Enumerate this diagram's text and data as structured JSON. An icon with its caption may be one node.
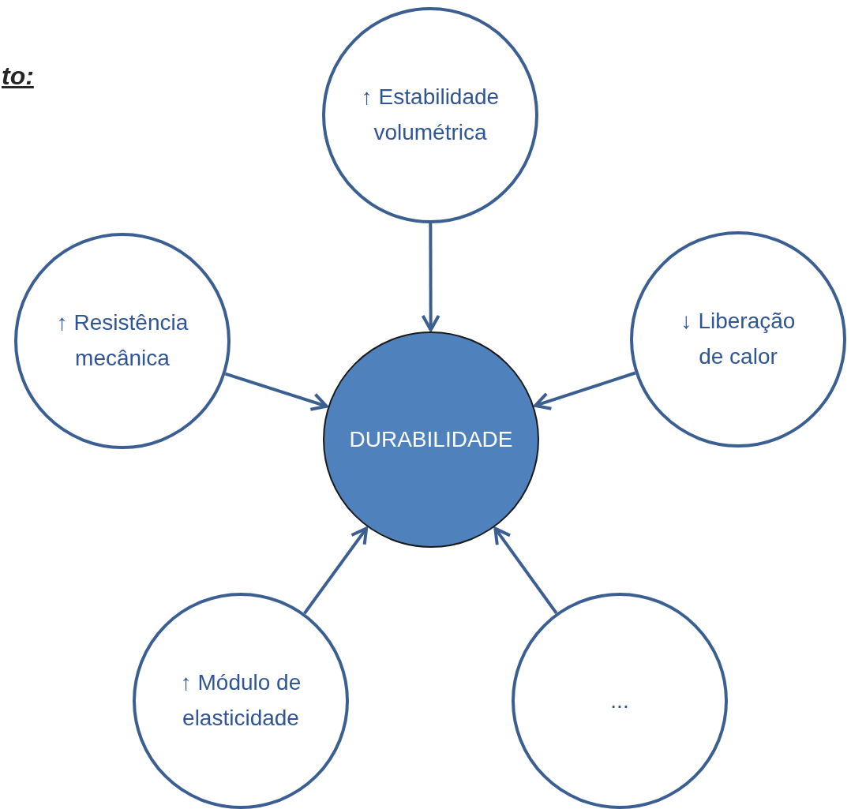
{
  "diagram": {
    "nodes": [
      {
        "text": [
          "↑ Estabilidade volumétrica"
        ]
      },
      {
        "text": [
          "↑ Resistência mecânica"
        ]
      },
      {
        "text": [
          "↓ Liberação de calor"
        ]
      },
      {
        "text": [
          "DURABILIDADE"
        ]
      },
      {
        "text": [
          "↑ Módulo de elasticidade"
        ]
      },
      {
        "text": [
          "..."
        ]
      }
    ],
    "edges": [
      {
        "from": 0,
        "to": 3,
        "arrow": "to"
      },
      {
        "from": 1,
        "to": 3,
        "arrow": "to"
      },
      {
        "from": 2,
        "to": 3,
        "arrow": "to"
      },
      {
        "from": 4,
        "to": 3,
        "arrow": "to"
      },
      {
        "from": 5,
        "to": 3,
        "arrow": "to"
      }
    ],
    "labels": [
      "to:"
    ]
  }
}
